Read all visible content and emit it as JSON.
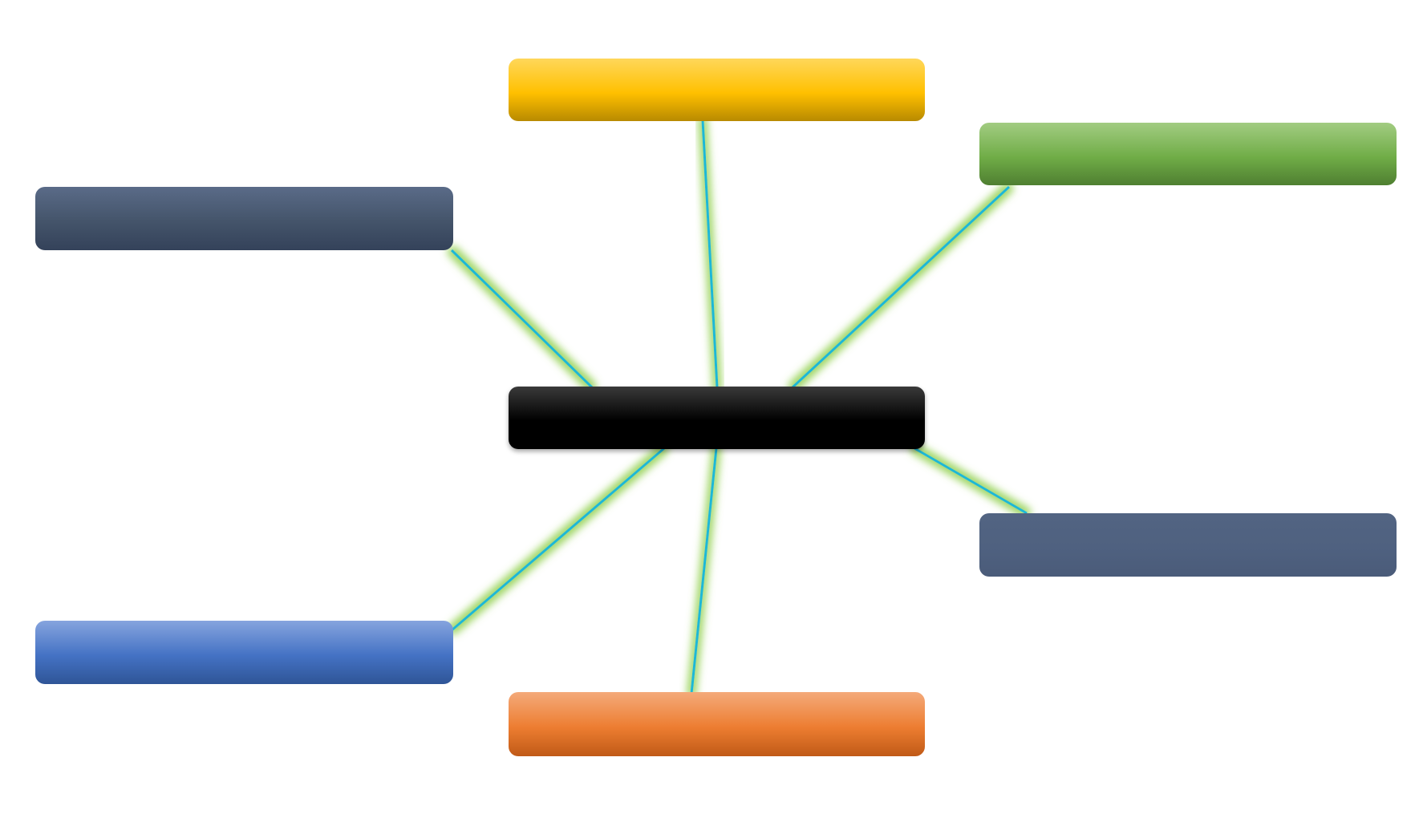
{
  "diagram": {
    "center": {
      "label": "",
      "colors": [
        "#3a3a3a",
        "#000000",
        "#000000"
      ]
    },
    "branches": [
      {
        "id": "top",
        "label": "",
        "colors": [
          "#ffd75a",
          "#ffc000",
          "#b88a00"
        ]
      },
      {
        "id": "upper-right",
        "label": "",
        "colors": [
          "#a2cc82",
          "#70ad47",
          "#4f7f31"
        ]
      },
      {
        "id": "upper-left",
        "label": "",
        "colors": [
          "#5a6b88",
          "#44546a",
          "#34425a"
        ]
      },
      {
        "id": "lower-right",
        "label": "",
        "colors": [
          "#526482",
          "#4f6180",
          "#4a5b79"
        ]
      },
      {
        "id": "lower-left",
        "label": "",
        "colors": [
          "#86a4de",
          "#4472c4",
          "#2f5597"
        ]
      },
      {
        "id": "bottom",
        "label": "",
        "colors": [
          "#f4aa7a",
          "#ed7d31",
          "#c05a17"
        ]
      }
    ],
    "connector_color": "#1cb8d6",
    "glow_color": "#92d050"
  }
}
